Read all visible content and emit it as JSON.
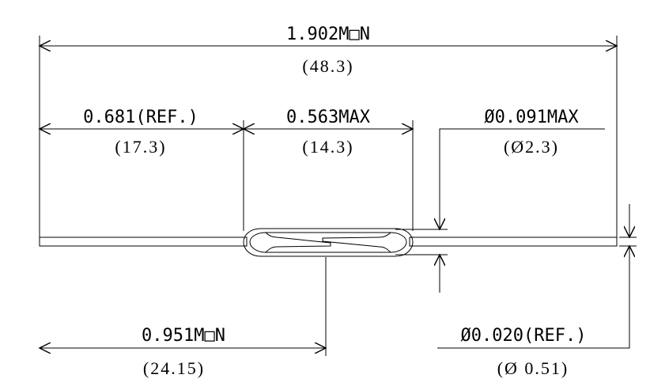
{
  "diagram": {
    "overall_length": {
      "inch": "1.902M□N",
      "mm": "(48.3)"
    },
    "left_lead": {
      "inch": "0.681(REF.)",
      "mm": "(17.3)"
    },
    "glass_body_length": {
      "inch": "0.563MAX",
      "mm": "(14.3)"
    },
    "glass_diameter": {
      "inch": "Ø0.091MAX",
      "mm": "(Ø2.3)"
    },
    "overlap_position": {
      "inch": "0.951M□N",
      "mm": "(24.15)"
    },
    "lead_diameter": {
      "inch": "Ø0.020(REF.)",
      "mm": "(Ø 0.51)"
    }
  }
}
